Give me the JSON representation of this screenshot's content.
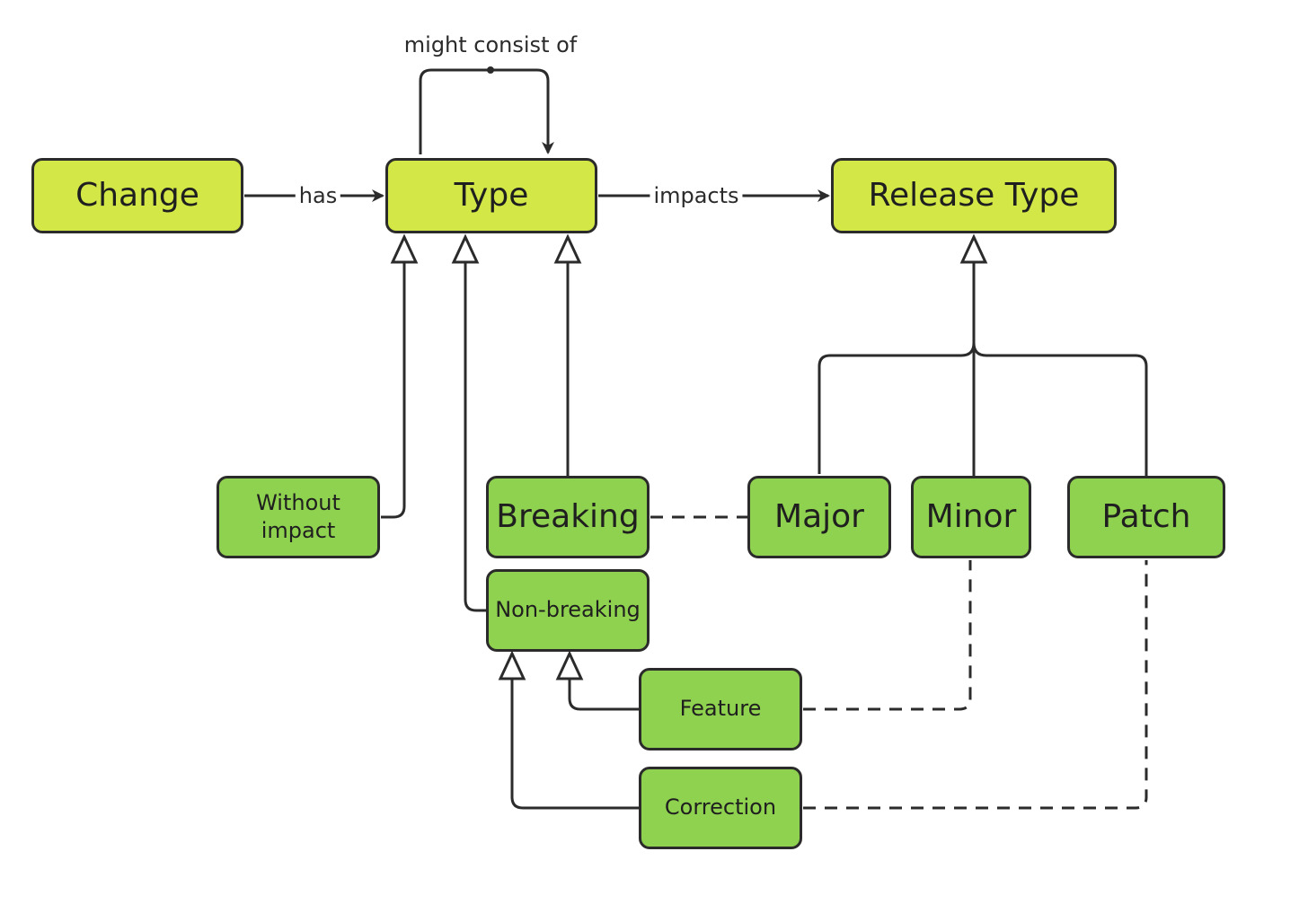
{
  "nodes": {
    "change": "Change",
    "type": "Type",
    "release_type": "Release Type",
    "without_impact": "Without impact",
    "breaking": "Breaking",
    "non_breaking": "Non-breaking",
    "feature": "Feature",
    "correction": "Correction",
    "major": "Major",
    "minor": "Minor",
    "patch": "Patch"
  },
  "edges": {
    "has": "has",
    "impacts": "impacts",
    "might_consist_of": "might consist of"
  },
  "colors": {
    "primary_node": "#d3e846",
    "secondary_node": "#8fd24f",
    "line": "#2b2b2b"
  }
}
